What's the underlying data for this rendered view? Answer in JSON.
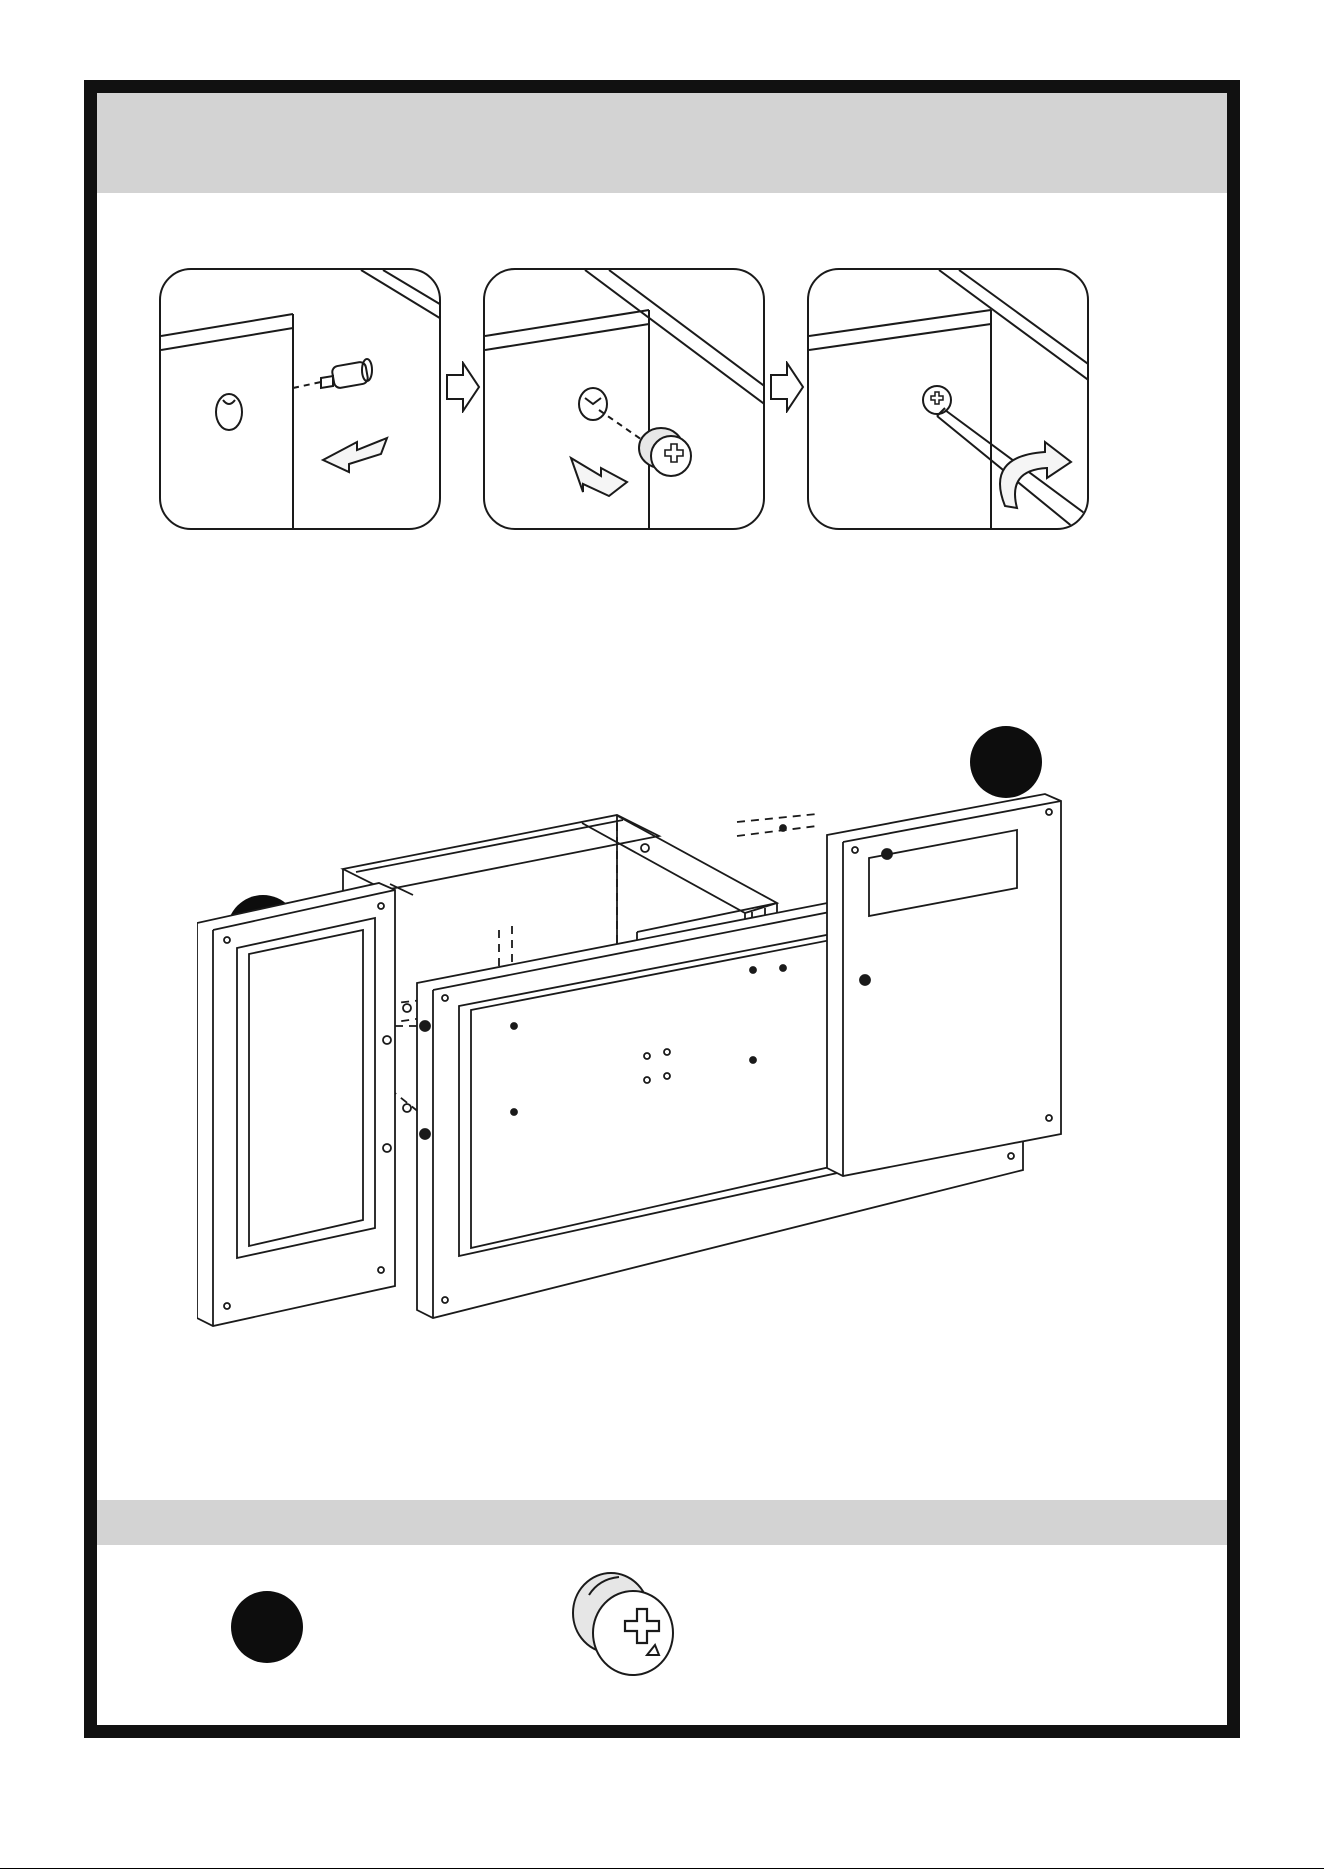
{
  "header": {
    "title": ""
  },
  "steps": [
    {
      "id": "step-1",
      "caption": ""
    },
    {
      "id": "step-2",
      "caption": ""
    },
    {
      "id": "step-3",
      "caption": ""
    }
  ],
  "parts_callouts": [
    {
      "id": "callout-left",
      "label": ""
    },
    {
      "id": "callout-right",
      "label": ""
    }
  ],
  "hardware": {
    "label": "",
    "quantity": "",
    "icon": "cam-lock-icon"
  },
  "colors": {
    "band": "#d3d3d3",
    "ink": "#111111",
    "badge": "#0d0d0d"
  }
}
